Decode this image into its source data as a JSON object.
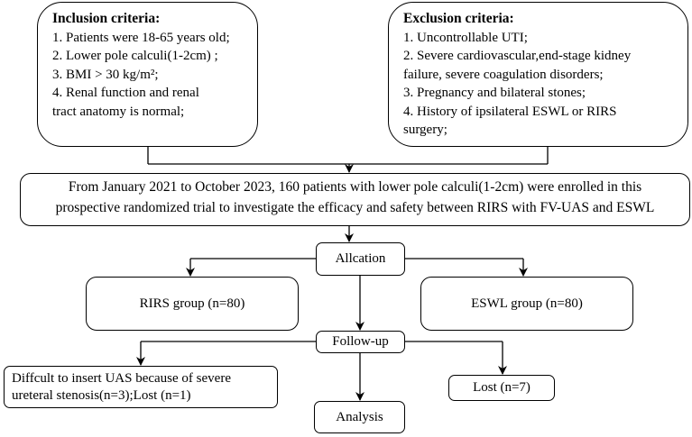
{
  "inclusion": {
    "title": "Inclusion criteria:",
    "items": [
      "1. Patients were 18-65 years old;",
      "2. Lower pole calculi(1-2cm) ;",
      "3. BMI > 30 kg/m²;",
      "4. Renal function and renal",
      "tract anatomy is normal;"
    ]
  },
  "exclusion": {
    "title": "Exclusion criteria:",
    "items": [
      "1. Uncontrollable UTI;",
      "2. Severe cardiovascular,end-stage kidney",
      "failure, severe coagulation disorders;",
      "3. Pregnancy and bilateral stones;",
      "4. History of ipsilateral ESWL or RIRS",
      "surgery;"
    ]
  },
  "enrollment": {
    "line1": "From January 2021 to October 2023, 160 patients with lower pole calculi(1-2cm) were enrolled in this",
    "line2": "prospective randomized trial to investigate the efficacy and safety between RIRS with FV-UAS and ESWL"
  },
  "allocation": "Allcation",
  "rirs_group": "RIRS group (n=80)",
  "eswl_group": "ESWL group (n=80)",
  "followup": "Follow-up",
  "rirs_loss": {
    "line1": "Diffcult to insert UAS because of severe",
    "line2": "ureteral stenosis(n=3);Lost (n=1)"
  },
  "eswl_loss": "Lost (n=7)",
  "analysis": "Analysis"
}
